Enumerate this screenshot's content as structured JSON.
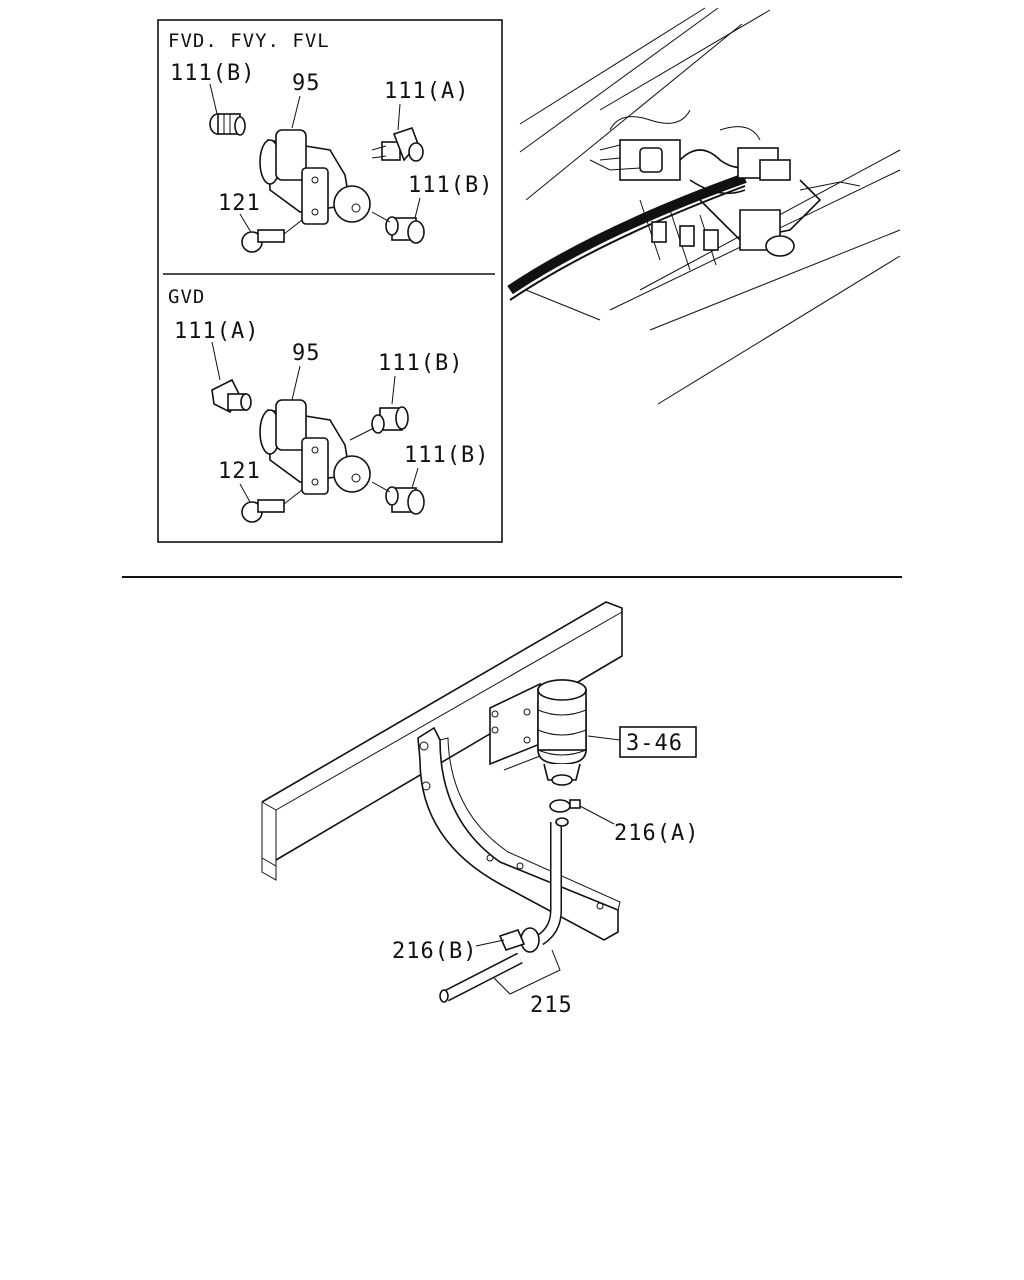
{
  "inset_top": {
    "heading": "FVD. FVY. FVL",
    "labels": {
      "fitting_b_left": "111(B)",
      "body": "95",
      "fitting_a": "111(A)",
      "fitting_b_right": "111(B)",
      "bolt": "121"
    }
  },
  "inset_bottom": {
    "heading": "GVD",
    "labels": {
      "fitting_a": "111(A)",
      "body": "95",
      "fitting_b_top": "111(B)",
      "fitting_b_right": "111(B)",
      "bolt": "121"
    }
  },
  "lower_view": {
    "ref_box": "3-46",
    "clip_a": "216(A)",
    "clip_b": "216(B)",
    "hose": "215"
  }
}
